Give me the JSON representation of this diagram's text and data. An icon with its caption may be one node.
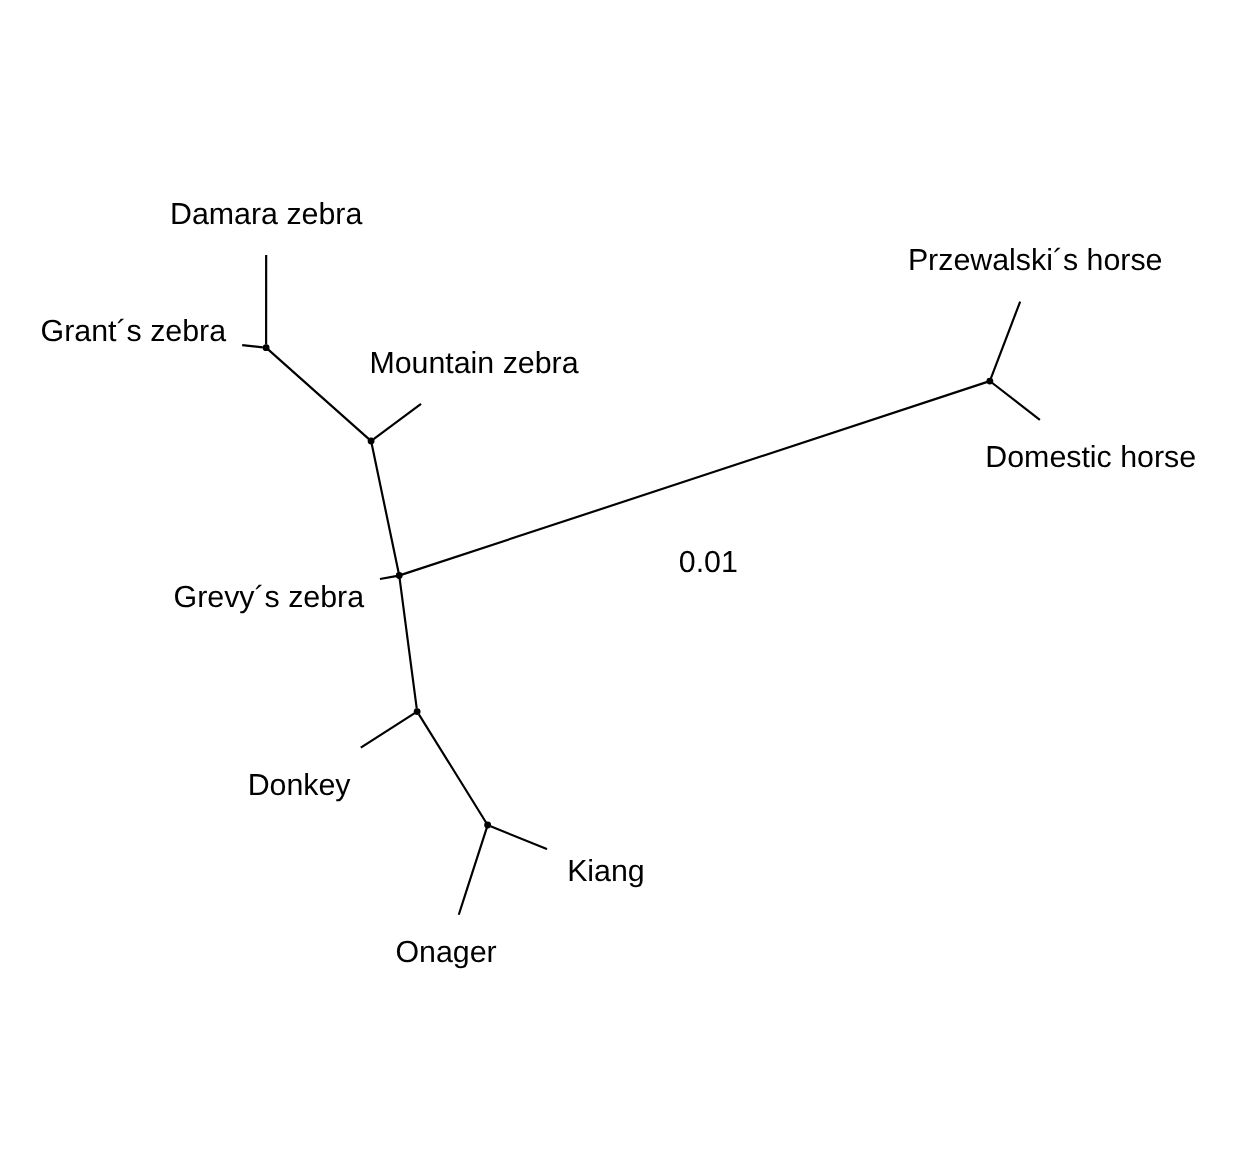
{
  "diagram": {
    "nodes": [
      {
        "text": [
          "Onager"
        ]
      },
      {
        "text": [
          "Kiang"
        ]
      },
      {
        "text": [
          "Donkey"
        ]
      },
      {
        "text": [
          "Mountain zebra"
        ]
      },
      {
        "text": [
          "Damara zebra"
        ]
      },
      {
        "text": [
          "Grant´s zebra"
        ]
      },
      {
        "text": [
          "Grevy´s zebra"
        ]
      },
      {
        "text": [
          "Przewalski´s horse"
        ]
      },
      {
        "text": [
          "Domestic horse"
        ]
      },
      {
        "text": [],
        "shape": "point"
      },
      {
        "text": [],
        "shape": "point"
      },
      {
        "text": [],
        "shape": "point"
      },
      {
        "text": [],
        "shape": "point"
      },
      {
        "text": [],
        "shape": "point"
      },
      {
        "text": [],
        "shape": "point"
      }
    ],
    "edges": [
      {
        "from": 9,
        "to": 0,
        "arrow": "none"
      },
      {
        "from": 9,
        "to": 1,
        "arrow": "none"
      },
      {
        "from": 10,
        "to": 9,
        "arrow": "none"
      },
      {
        "from": 10,
        "to": 2,
        "arrow": "none"
      },
      {
        "from": 13,
        "to": 10,
        "arrow": "none"
      },
      {
        "from": 12,
        "to": 3,
        "arrow": "none"
      },
      {
        "from": 11,
        "to": 4,
        "arrow": "none"
      },
      {
        "from": 11,
        "to": 5,
        "arrow": "none"
      },
      {
        "from": 12,
        "to": 11,
        "arrow": "none"
      },
      {
        "from": 13,
        "to": 12,
        "arrow": "none"
      },
      {
        "from": 13,
        "to": 6,
        "arrow": "none"
      },
      {
        "from": 13,
        "to": 14,
        "arrow": "none"
      },
      {
        "from": 14,
        "to": 7,
        "arrow": "none"
      },
      {
        "from": 14,
        "to": 8,
        "arrow": "none"
      }
    ],
    "labels": [
      "0.01"
    ]
  }
}
